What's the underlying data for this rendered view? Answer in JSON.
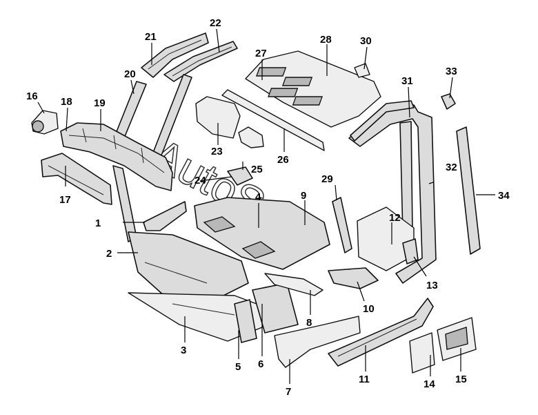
{
  "diagram": {
    "watermark": "AutoSoft",
    "callouts": [
      "1",
      "2",
      "3",
      "4",
      "5",
      "6",
      "7",
      "8",
      "9",
      "10",
      "11",
      "12",
      "13",
      "14",
      "15",
      "16",
      "17",
      "18",
      "19",
      "20",
      "21",
      "22",
      "23",
      "24",
      "25",
      "26",
      "27",
      "28",
      "29",
      "30",
      "31",
      "32",
      "33",
      "34"
    ]
  }
}
